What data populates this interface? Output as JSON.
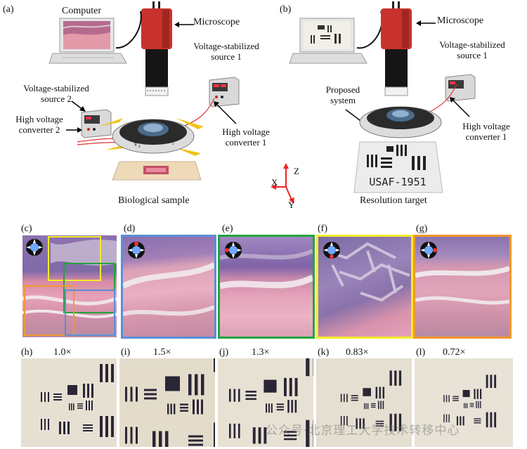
{
  "panel_a": {
    "letter": "(a)",
    "computer": "Computer",
    "microscope": "Microscope",
    "vs_source1": "Voltage-stabilized\nsource 1",
    "vs_source2": "Voltage-stabilized\nsource 2",
    "hv_conv1": "High voltage\nconverter 1",
    "hv_conv2": "High voltage\nconverter 2",
    "caption": "Biological sample",
    "v_labels": [
      "V₄",
      "V₃"
    ]
  },
  "panel_b": {
    "letter": "(b)",
    "microscope": "Microscope",
    "vs_source1": "Voltage-stabilized\nsource 1",
    "proposed": "Proposed\nsystem",
    "hv_conv1": "High voltage\nconverter 1",
    "caption": "Resolution target",
    "target_text": "USAF-1951"
  },
  "axes": {
    "z": "Z",
    "x": "X",
    "y": "Y"
  },
  "row2": {
    "letters": [
      "(c)",
      "(d)",
      "(e)",
      "(f)",
      "(g)"
    ],
    "frame_colors": {
      "blue": "#5b8fd6",
      "green": "#23a53c",
      "yellow": "#f4ec2a",
      "orange": "#f0992b"
    }
  },
  "row3": {
    "letters": [
      "(h)",
      "(i)",
      "(j)",
      "(k)",
      "(l)"
    ],
    "scales": [
      "1.0×",
      "1.5×",
      "1.3×",
      "0.83×",
      "0.72×"
    ]
  },
  "watermark": "公众号·北京理工大学技术转移中心"
}
